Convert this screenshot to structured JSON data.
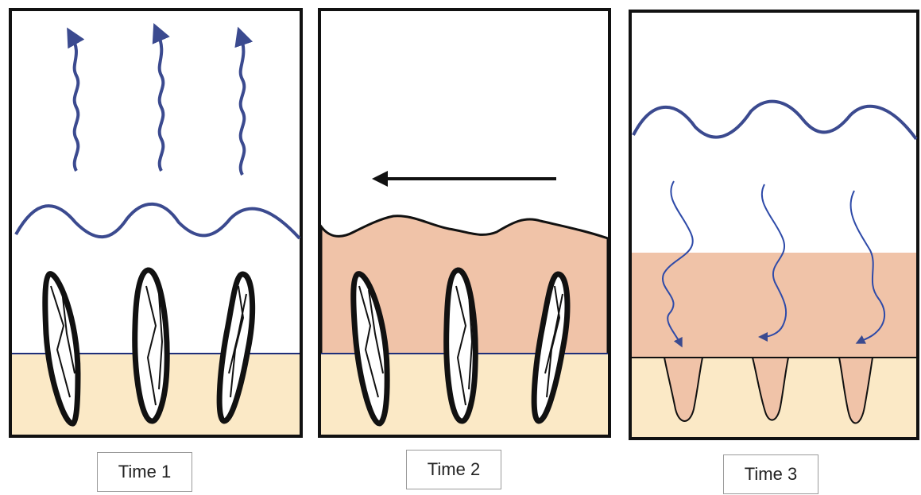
{
  "panels": [
    {
      "caption": "Time 1"
    },
    {
      "caption": "Time 2"
    },
    {
      "caption": "Time 3"
    }
  ],
  "colors": {
    "border": "#111111",
    "wave": "#3b4a8f",
    "water_arrow": "#2e4aa8",
    "sediment": "#fbe9c6",
    "sediment_line": "#1f2f7a",
    "ash_deposit": "#f0c3a8",
    "grain_outline": "#111111",
    "grain_fill": "#ffffff"
  },
  "icons": {
    "panel1": [
      "upward-wavy-arrow-icon",
      "upward-wavy-arrow-icon",
      "upward-wavy-arrow-icon",
      "wave-line",
      "grain",
      "grain",
      "grain"
    ],
    "panel2": [
      "left-arrow-icon",
      "deposit-layer",
      "grain",
      "grain",
      "grain"
    ],
    "panel3": [
      "wave-line",
      "downward-wavy-arrow-icon",
      "downward-wavy-arrow-icon",
      "downward-wavy-arrow-icon",
      "deposit-layer",
      "mold-cavity",
      "mold-cavity",
      "mold-cavity"
    ]
  }
}
